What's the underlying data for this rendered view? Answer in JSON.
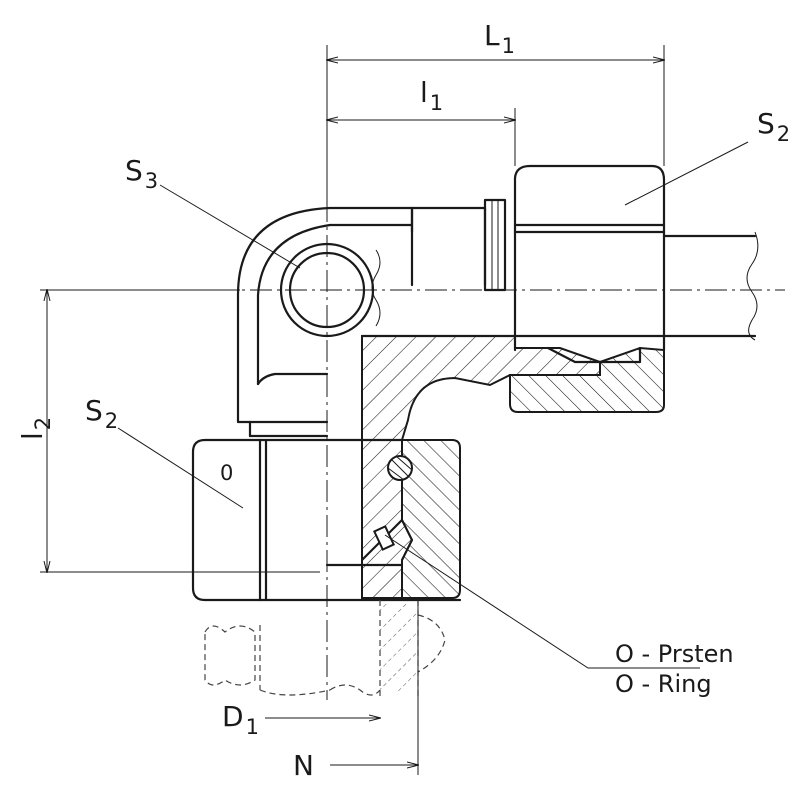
{
  "labels": {
    "L1": {
      "main": "L",
      "sub": "1"
    },
    "l1": {
      "main": "l",
      "sub": "1"
    },
    "l2": {
      "main": "l",
      "sub": "2"
    },
    "S2_right": {
      "main": "S",
      "sub": "2"
    },
    "S2_left": {
      "main": "S",
      "sub": "2"
    },
    "S3": {
      "main": "S",
      "sub": "3"
    },
    "D1": {
      "main": "D",
      "sub": "1"
    },
    "N": {
      "main": "N"
    }
  },
  "nut_mark": "0",
  "oring": {
    "line1": "O - Prsten",
    "line2": "O - Ring"
  }
}
